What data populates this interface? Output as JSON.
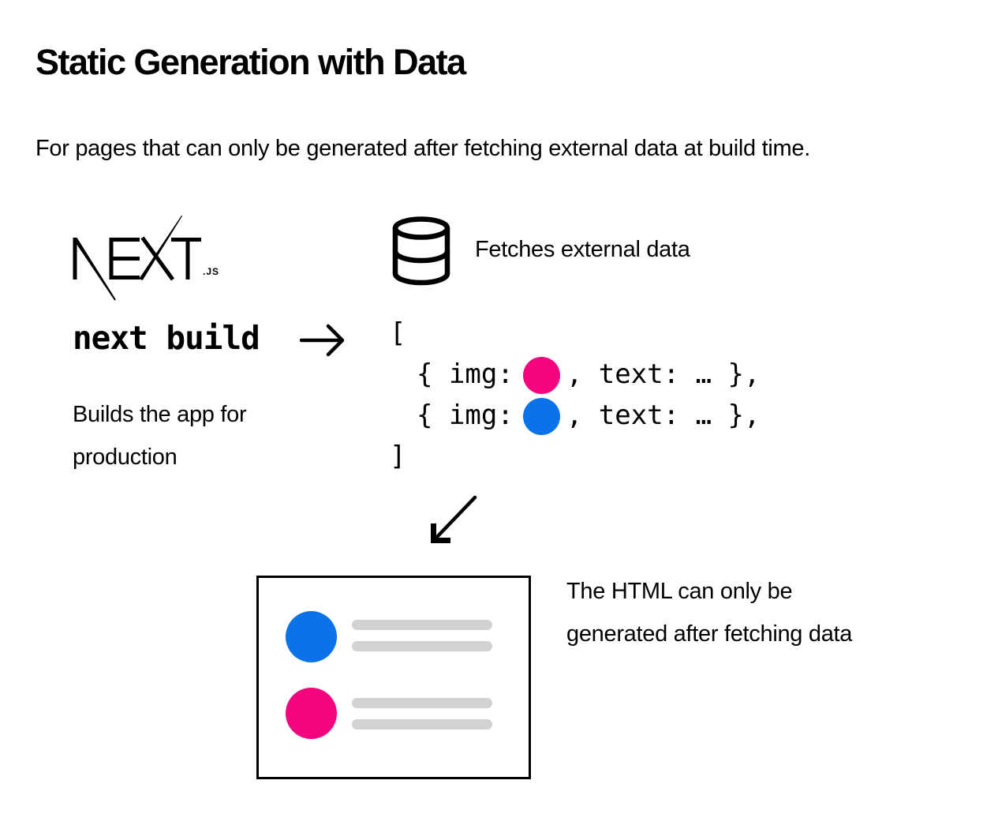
{
  "header": {
    "title": "Static Generation with Data",
    "subtitle": "For pages that can only be generated after fetching external data at build time."
  },
  "build_step": {
    "brand": "NEXT.js",
    "logo_suffix": ".JS",
    "command": "next build",
    "caption_lines": [
      "Builds the app for",
      "production"
    ]
  },
  "fetch_step": {
    "icon": "database-icon",
    "label": "Fetches external data"
  },
  "flow": {
    "build_arrow_icon": "right-arrow",
    "result_arrow_icon": "down-left-arrow"
  },
  "code_block": {
    "open_bracket": "[",
    "rows": [
      {
        "prefix": "{ img:",
        "img_color": "pink",
        "suffix": ", text: … },"
      },
      {
        "prefix": "{ img:",
        "img_color": "blue",
        "suffix": ", text: … },"
      }
    ],
    "close_bracket": "]"
  },
  "html_preview": {
    "rows": [
      {
        "avatar_color": "blue"
      },
      {
        "avatar_color": "pink"
      }
    ],
    "caption_lines": [
      "The HTML can only be",
      "generated after fetching data"
    ]
  },
  "colors": {
    "pink": "#f4047f",
    "blue": "#0b72ea",
    "gray-bar": "#d2d2d2",
    "text": "#000000",
    "background": "#ffffff"
  }
}
